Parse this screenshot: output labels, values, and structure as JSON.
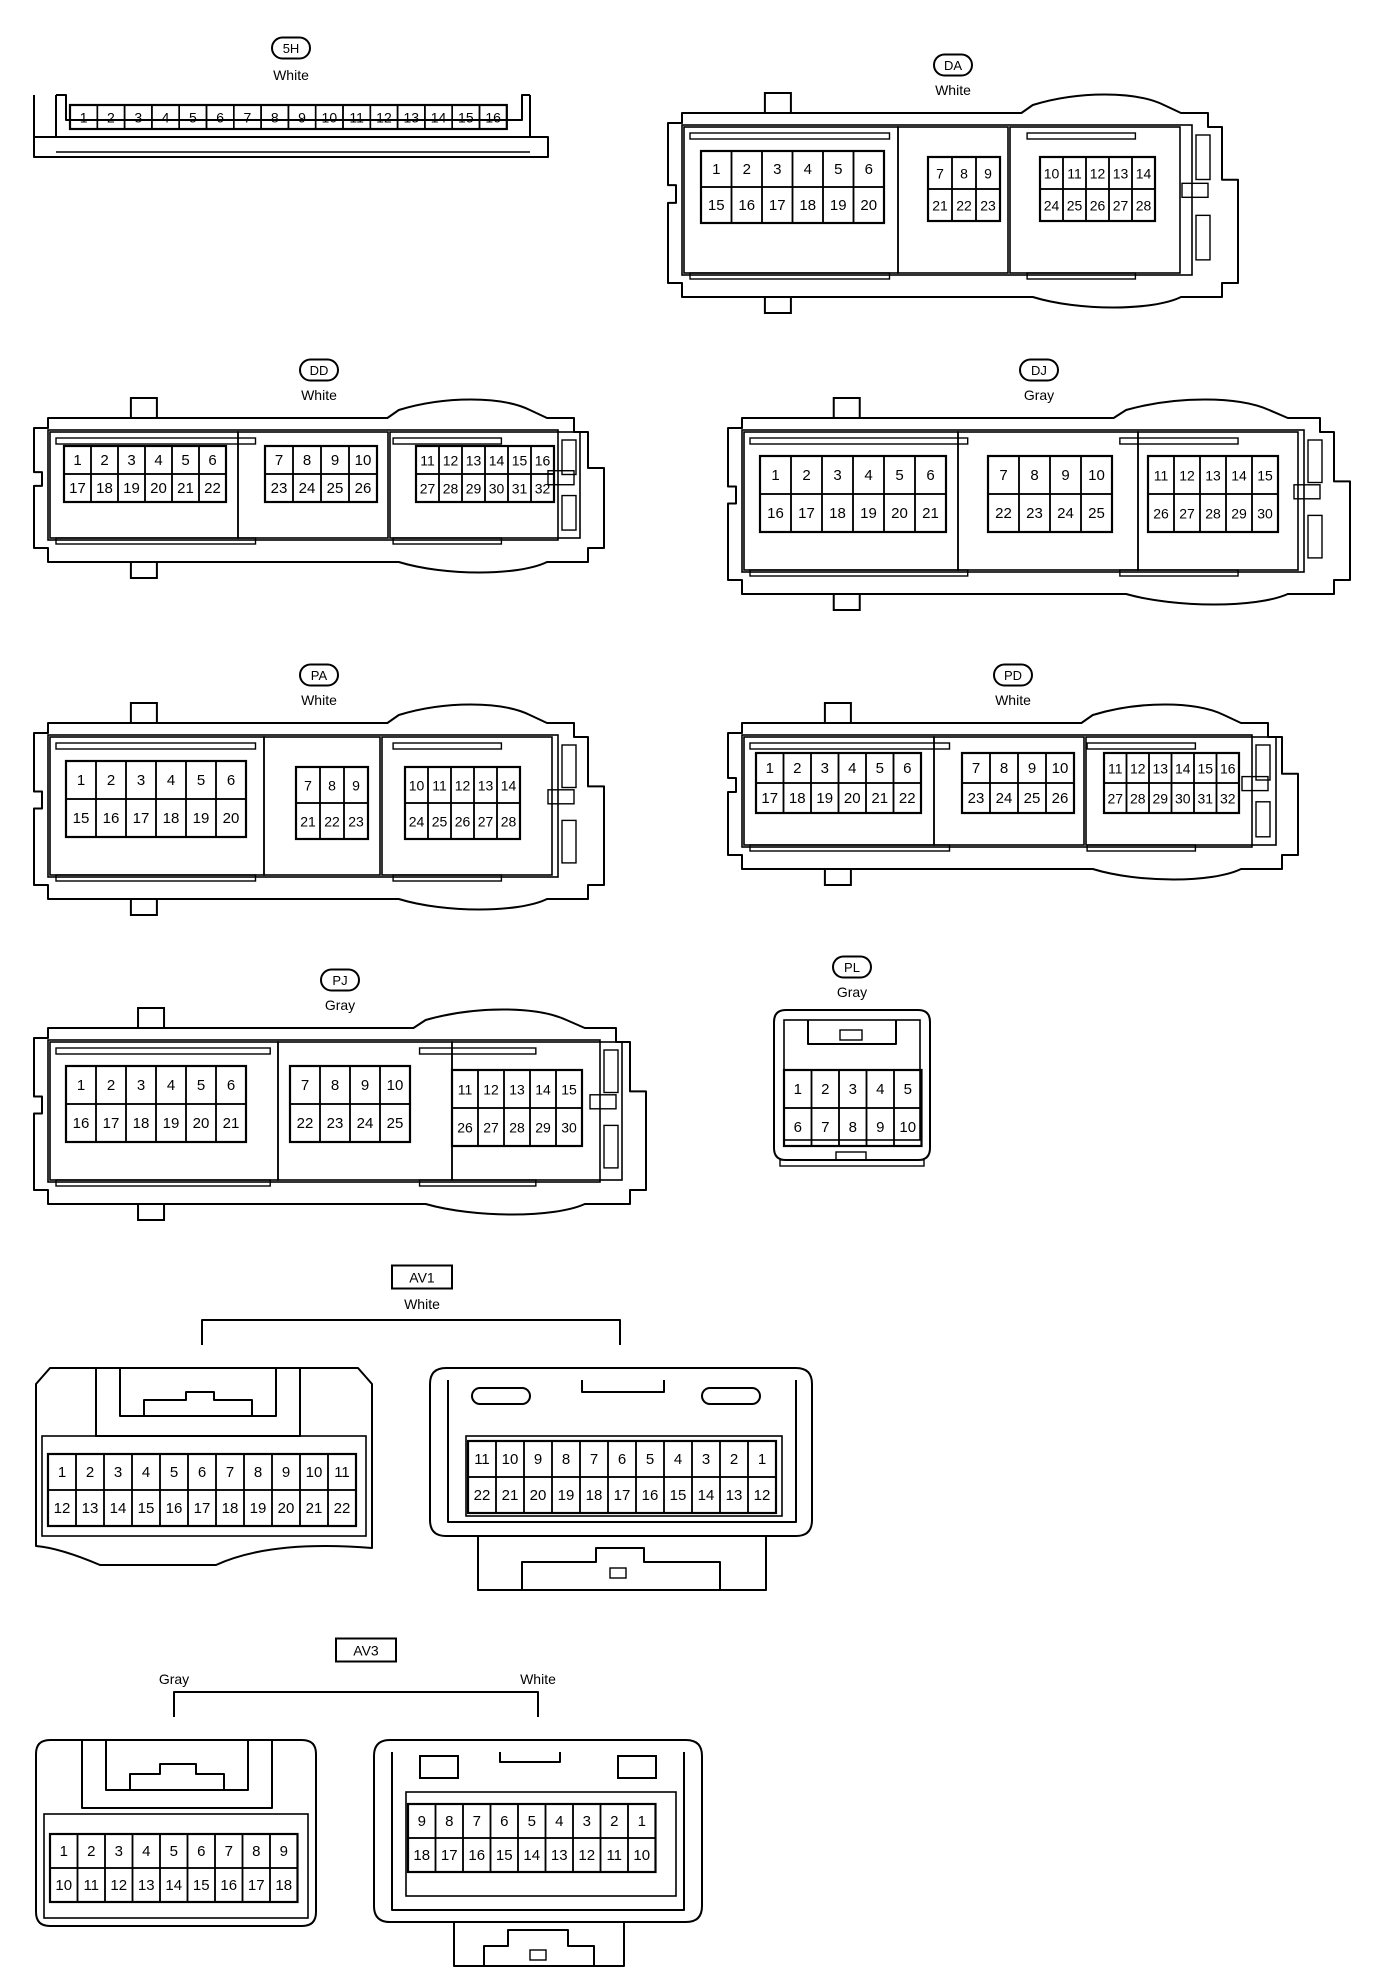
{
  "connectors": [
    {
      "id": "5H",
      "color": "White",
      "label_style": "pill",
      "rows": [
        [
          "1",
          "2",
          "3",
          "4",
          "5",
          "6",
          "7",
          "8",
          "9",
          "10",
          "11",
          "12",
          "13",
          "14",
          "15",
          "16"
        ]
      ]
    },
    {
      "id": "DA",
      "color": "White",
      "label_style": "pill",
      "groups": [
        {
          "rows": [
            [
              "1",
              "2",
              "3",
              "4",
              "5",
              "6"
            ],
            [
              "15",
              "16",
              "17",
              "18",
              "19",
              "20"
            ]
          ]
        },
        {
          "rows": [
            [
              "7",
              "8",
              "9"
            ],
            [
              "21",
              "22",
              "23"
            ]
          ]
        },
        {
          "rows": [
            [
              "10",
              "11",
              "12",
              "13",
              "14"
            ],
            [
              "24",
              "25",
              "26",
              "27",
              "28"
            ]
          ]
        }
      ]
    },
    {
      "id": "DD",
      "color": "White",
      "label_style": "pill",
      "groups": [
        {
          "rows": [
            [
              "1",
              "2",
              "3",
              "4",
              "5",
              "6"
            ],
            [
              "17",
              "18",
              "19",
              "20",
              "21",
              "22"
            ]
          ]
        },
        {
          "rows": [
            [
              "7",
              "8",
              "9",
              "10"
            ],
            [
              "23",
              "24",
              "25",
              "26"
            ]
          ]
        },
        {
          "rows": [
            [
              "11",
              "12",
              "13",
              "14",
              "15",
              "16"
            ],
            [
              "27",
              "28",
              "29",
              "30",
              "31",
              "32"
            ]
          ]
        }
      ]
    },
    {
      "id": "DJ",
      "color": "Gray",
      "label_style": "pill",
      "groups": [
        {
          "rows": [
            [
              "1",
              "2",
              "3",
              "4",
              "5",
              "6"
            ],
            [
              "16",
              "17",
              "18",
              "19",
              "20",
              "21"
            ]
          ]
        },
        {
          "rows": [
            [
              "7",
              "8",
              "9",
              "10"
            ],
            [
              "22",
              "23",
              "24",
              "25"
            ]
          ]
        },
        {
          "rows": [
            [
              "11",
              "12",
              "13",
              "14",
              "15"
            ],
            [
              "26",
              "27",
              "28",
              "29",
              "30"
            ]
          ]
        }
      ]
    },
    {
      "id": "PA",
      "color": "White",
      "label_style": "pill",
      "groups": [
        {
          "rows": [
            [
              "1",
              "2",
              "3",
              "4",
              "5",
              "6"
            ],
            [
              "15",
              "16",
              "17",
              "18",
              "19",
              "20"
            ]
          ]
        },
        {
          "rows": [
            [
              "7",
              "8",
              "9"
            ],
            [
              "21",
              "22",
              "23"
            ]
          ]
        },
        {
          "rows": [
            [
              "10",
              "11",
              "12",
              "13",
              "14"
            ],
            [
              "24",
              "25",
              "26",
              "27",
              "28"
            ]
          ]
        }
      ]
    },
    {
      "id": "PD",
      "color": "White",
      "label_style": "pill",
      "groups": [
        {
          "rows": [
            [
              "1",
              "2",
              "3",
              "4",
              "5",
              "6"
            ],
            [
              "17",
              "18",
              "19",
              "20",
              "21",
              "22"
            ]
          ]
        },
        {
          "rows": [
            [
              "7",
              "8",
              "9",
              "10"
            ],
            [
              "23",
              "24",
              "25",
              "26"
            ]
          ]
        },
        {
          "rows": [
            [
              "11",
              "12",
              "13",
              "14",
              "15",
              "16"
            ],
            [
              "27",
              "28",
              "29",
              "30",
              "31",
              "32"
            ]
          ]
        }
      ]
    },
    {
      "id": "PJ",
      "color": "Gray",
      "label_style": "pill",
      "groups": [
        {
          "rows": [
            [
              "1",
              "2",
              "3",
              "4",
              "5",
              "6"
            ],
            [
              "16",
              "17",
              "18",
              "19",
              "20",
              "21"
            ]
          ]
        },
        {
          "rows": [
            [
              "7",
              "8",
              "9",
              "10"
            ],
            [
              "22",
              "23",
              "24",
              "25"
            ]
          ]
        },
        {
          "rows": [
            [
              "11",
              "12",
              "13",
              "14",
              "15"
            ],
            [
              "26",
              "27",
              "28",
              "29",
              "30"
            ]
          ]
        }
      ]
    },
    {
      "id": "PL",
      "color": "Gray",
      "label_style": "pill",
      "rows": [
        [
          "1",
          "2",
          "3",
          "4",
          "5"
        ],
        [
          "6",
          "7",
          "8",
          "9",
          "10"
        ]
      ]
    },
    {
      "id": "AV1",
      "color": "White",
      "label_style": "box",
      "halves": [
        {
          "rows": [
            [
              "1",
              "2",
              "3",
              "4",
              "5",
              "6",
              "7",
              "8",
              "9",
              "10",
              "11"
            ],
            [
              "12",
              "13",
              "14",
              "15",
              "16",
              "17",
              "18",
              "19",
              "20",
              "21",
              "22"
            ]
          ]
        },
        {
          "rows": [
            [
              "11",
              "10",
              "9",
              "8",
              "7",
              "6",
              "5",
              "4",
              "3",
              "2",
              "1"
            ],
            [
              "22",
              "21",
              "20",
              "19",
              "18",
              "17",
              "16",
              "15",
              "14",
              "13",
              "12"
            ]
          ]
        }
      ]
    },
    {
      "id": "AV3",
      "label_style": "box",
      "left_color": "Gray",
      "right_color": "White",
      "halves": [
        {
          "rows": [
            [
              "1",
              "2",
              "3",
              "4",
              "5",
              "6",
              "7",
              "8",
              "9"
            ],
            [
              "10",
              "11",
              "12",
              "13",
              "14",
              "15",
              "16",
              "17",
              "18"
            ]
          ]
        },
        {
          "rows": [
            [
              "9",
              "8",
              "7",
              "6",
              "5",
              "4",
              "3",
              "2",
              "1"
            ],
            [
              "18",
              "17",
              "16",
              "15",
              "14",
              "13",
              "12",
              "11",
              "10"
            ]
          ]
        }
      ]
    }
  ]
}
